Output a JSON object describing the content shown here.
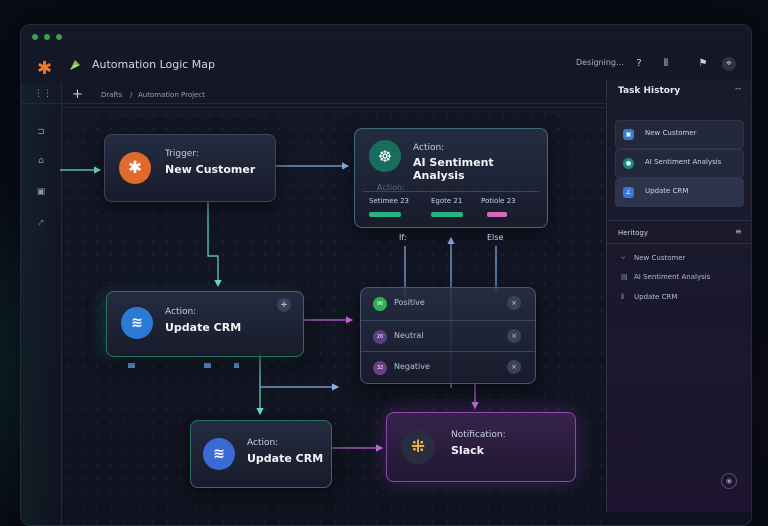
{
  "window": {
    "title": "Automation Logic Map",
    "status": "Designing...",
    "toolbar_icons": [
      "help-icon",
      "columns-icon",
      "flag-icon",
      "location-icon"
    ]
  },
  "breadcrumb": [
    "Drafts",
    "/",
    "Automation Project"
  ],
  "rail_icons": [
    "grid-icon",
    "tag-icon",
    "home-icon",
    "document-icon",
    "share-icon"
  ],
  "nodes": {
    "trigger": {
      "kind": "Trigger:",
      "name": "New Customer"
    },
    "sentiment": {
      "kind": "Action:",
      "name": "AI Sentiment Analysis",
      "ghost_label": "Action:",
      "meters": [
        "Setimee 23",
        "Egote 21",
        "Potiole 23"
      ]
    },
    "update_crm_1": {
      "kind": "Action:",
      "name": "Update CRM",
      "add_label": "+"
    },
    "update_crm_2": {
      "kind": "Action:",
      "name": "Update CRM"
    },
    "notification": {
      "kind": "Notification:",
      "name": "Slack"
    }
  },
  "branch": {
    "if_label": "If:",
    "else_label": "Else",
    "rows": [
      {
        "badge": "96",
        "label": "Positive",
        "close": "×",
        "color": "#2fae52"
      },
      {
        "badge": "20",
        "label": "Neutral",
        "close": "×",
        "color": "#5a3f86"
      },
      {
        "badge": "32",
        "label": "Negative",
        "close": "×",
        "color": "#6a3f86"
      }
    ]
  },
  "task_history": {
    "title": "Task History",
    "menu": "--",
    "items": [
      {
        "label": "New Customer",
        "color": "#3a78d8"
      },
      {
        "label": "AI Sentiment Analysis",
        "color": "#1e8b78"
      },
      {
        "label": "Update CRM",
        "color": "#3a78d8"
      }
    ]
  },
  "heritogy": {
    "title": "Heritogy",
    "menu": "≡",
    "items": [
      "New Customer",
      "AI Sentiment Analysis",
      "Update CRM"
    ]
  },
  "colors": {
    "accent_teal": "#3fd6b0",
    "accent_purple": "#b45ad8",
    "accent_orange": "#e8742a",
    "wire_blue": "#8ab0e8"
  }
}
